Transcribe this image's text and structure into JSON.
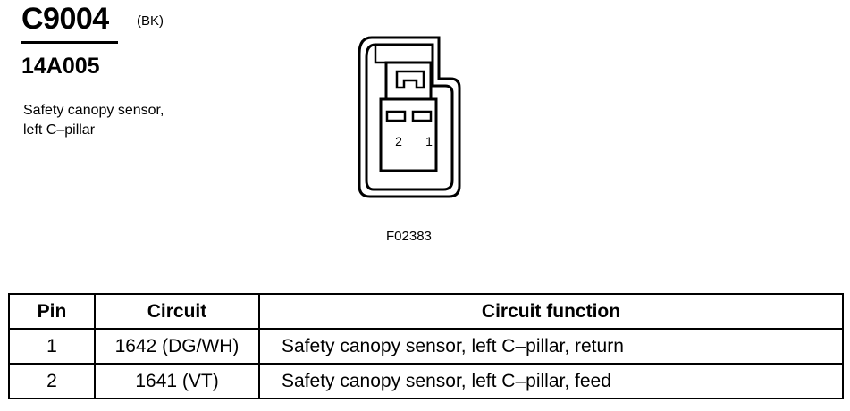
{
  "connector": {
    "id": "C9004",
    "color": "(BK)",
    "part_number": "14A005",
    "description": "Safety canopy sensor, left C–pillar",
    "pin_labels": [
      "2",
      "1"
    ],
    "figure_ref": "F02383"
  },
  "table": {
    "headers": {
      "pin": "Pin",
      "circuit": "Circuit",
      "function": "Circuit function"
    },
    "rows": [
      {
        "pin": "1",
        "circuit": "1642 (DG/WH)",
        "function": "Safety canopy sensor, left C–pillar, return"
      },
      {
        "pin": "2",
        "circuit": "1641 (VT)",
        "function": "Safety canopy sensor, left C–pillar, feed"
      }
    ]
  }
}
